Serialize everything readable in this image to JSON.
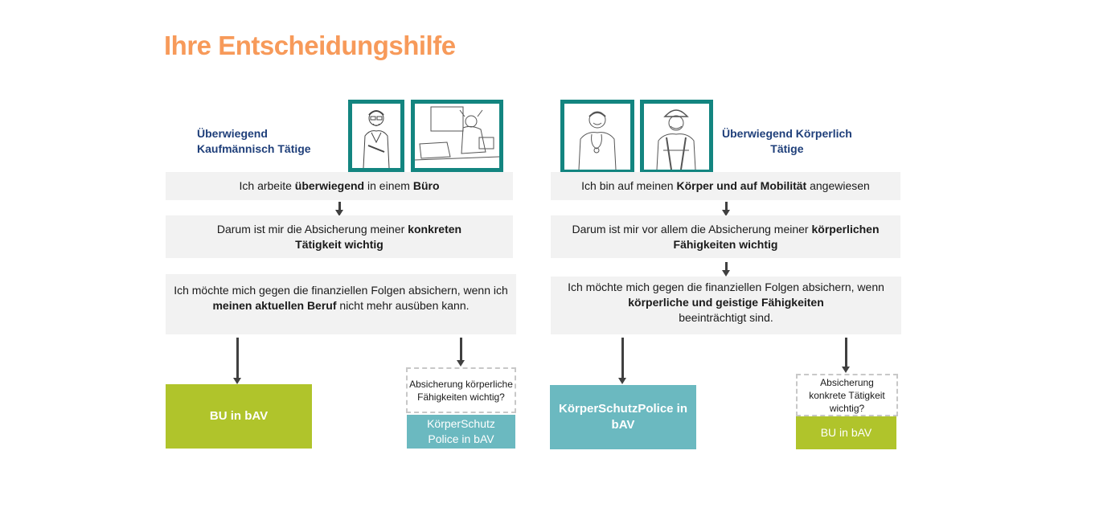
{
  "title": "Ihre Entscheidungshilfe",
  "left": {
    "heading_line1": "Überwiegend",
    "heading_line2": "Kaufmännisch Tätige",
    "images": [
      "office-worker-portrait-icon",
      "office-desk-scene-icon"
    ],
    "box1": {
      "pre": "Ich arbeite ",
      "bold1": "überwiegend",
      "mid": " in einem ",
      "bold2": "Büro"
    },
    "box2": {
      "pre": "Darum ist mir die Absicherung meiner ",
      "bold1": "konkreten",
      "bold2": "Tätigkeit wichtig"
    },
    "box3": {
      "line1": "Ich möchte mich gegen die finanziellen Folgen absichern, wenn ich",
      "bold": "meinen aktuellen Beruf",
      "post": " nicht mehr ausüben kann."
    },
    "result_main": "BU in bAV",
    "question": "Absicherung körperliche Fähigkeiten wichtig?",
    "result_alt": "KörperSchutz Police in bAV",
    "colors": {
      "main": "#b0c42b",
      "alt": "#6bb9c0"
    }
  },
  "right": {
    "heading_line1": "Überwiegend Körperlich",
    "heading_line2": "Tätige",
    "images": [
      "nurse-portrait-icon",
      "construction-worker-portrait-icon"
    ],
    "box1": {
      "pre": "Ich bin auf meinen ",
      "bold": "Körper und auf Mobilität",
      "post": " angewiesen"
    },
    "box2": {
      "pre": "Darum ist mir  vor allem die Absicherung meiner ",
      "bold1": "körperlichen",
      "bold2": "Fähigkeiten wichtig"
    },
    "box3": {
      "line1": "Ich möchte mich gegen die finanziellen Folgen absichern, wenn",
      "bold": "körperliche und geistige Fähigkeiten",
      "line3": "beeinträchtigt sind."
    },
    "result_main": "KörperSchutzPolice in bAV",
    "question": "Absicherung konkrete Tätigkeit wichtig?",
    "result_alt": "BU in bAV",
    "colors": {
      "main": "#6bb9c0",
      "alt": "#b0c42b"
    }
  },
  "colors": {
    "title": "#f79a5a",
    "heading": "#1f3f7a",
    "frame": "#138580",
    "box": "#f2f2f2"
  }
}
